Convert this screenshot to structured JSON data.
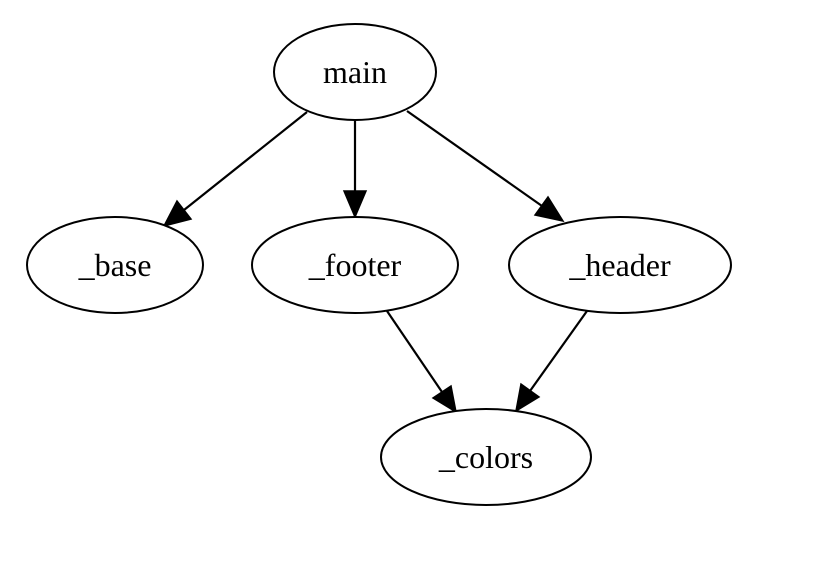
{
  "graph": {
    "nodes": [
      {
        "id": "main",
        "label": "main"
      },
      {
        "id": "base",
        "label": "_base"
      },
      {
        "id": "footer",
        "label": "_footer"
      },
      {
        "id": "header",
        "label": "_header"
      },
      {
        "id": "colors",
        "label": "_colors"
      }
    ],
    "edges": [
      {
        "from": "main",
        "to": "base"
      },
      {
        "from": "main",
        "to": "footer"
      },
      {
        "from": "main",
        "to": "header"
      },
      {
        "from": "footer",
        "to": "colors"
      },
      {
        "from": "header",
        "to": "colors"
      }
    ]
  }
}
